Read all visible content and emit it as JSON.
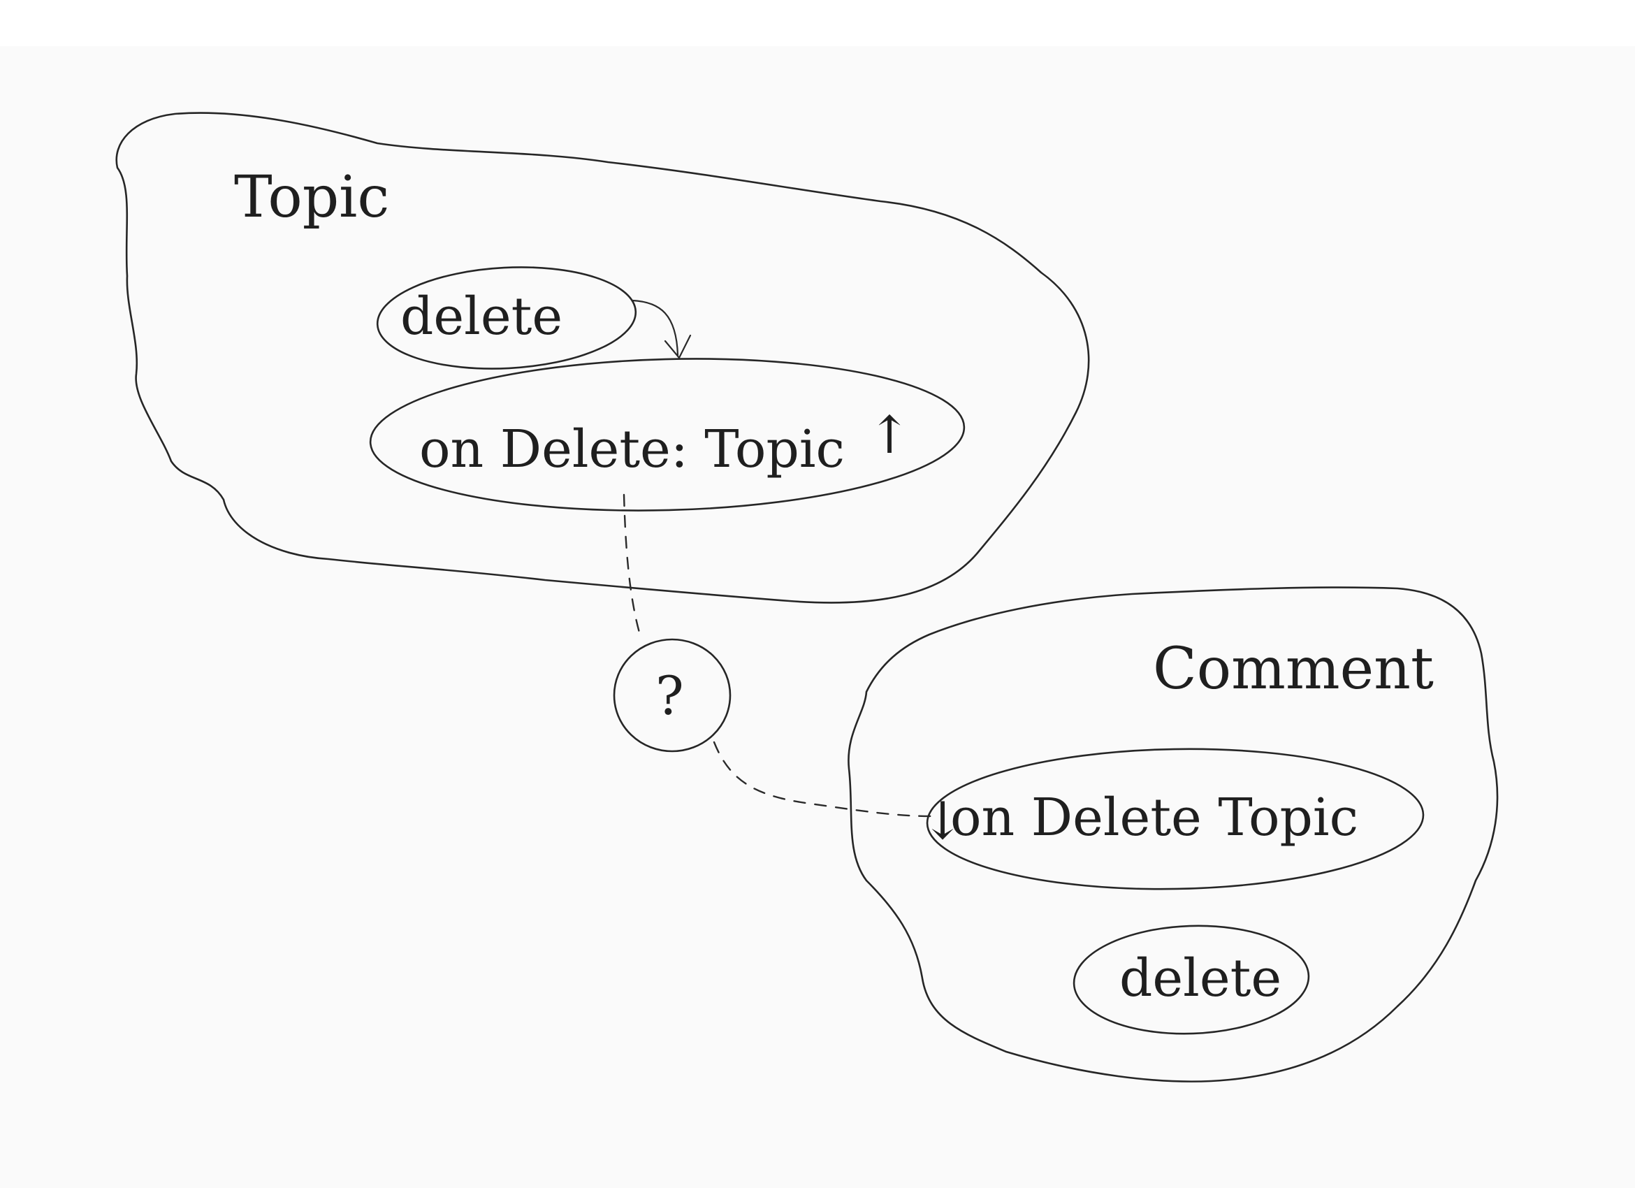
{
  "diagram": {
    "topic_title": "Topic",
    "topic_delete": "delete",
    "topic_event": "on Delete: Topic",
    "topic_event_arrow": "↑",
    "question": "?",
    "comment_title": "Comment",
    "comment_handler": "on Delete Topic",
    "comment_handler_arrow": "↓",
    "comment_delete": "delete"
  },
  "colors": {
    "paper": "#fafafa",
    "ink": "#262626"
  }
}
